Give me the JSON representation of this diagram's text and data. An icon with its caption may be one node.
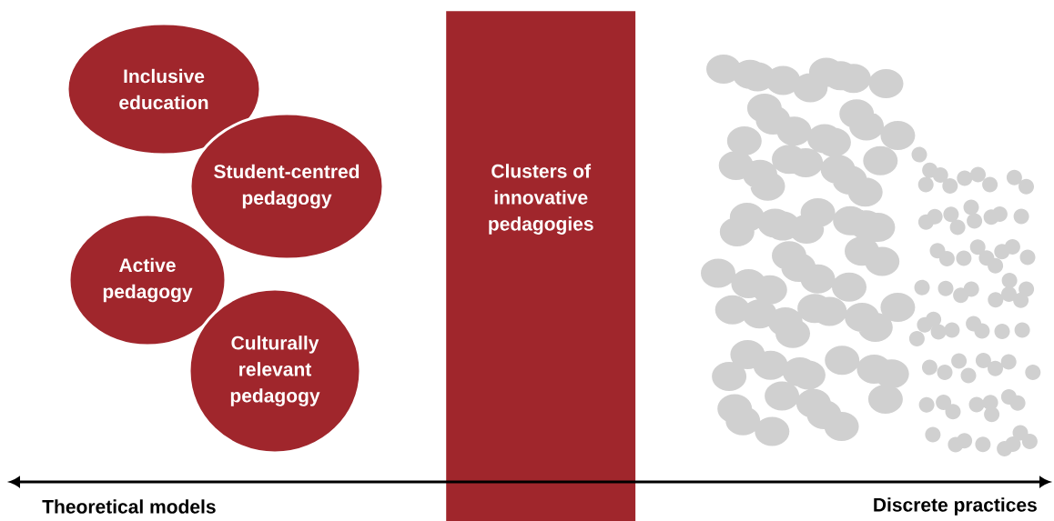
{
  "diagram": {
    "nodes": [
      {
        "text": [
          "Inclusive education"
        ]
      },
      {
        "text": [
          "Student-centred pedagogy"
        ]
      },
      {
        "text": [
          "Active pedagogy"
        ]
      },
      {
        "text": [
          "Culturally relevant pedagogy"
        ]
      },
      {
        "text": [
          "Clusters of innovative pedagogies"
        ]
      }
    ],
    "labels": [
      "Theoretical models",
      "Discrete practices"
    ]
  }
}
